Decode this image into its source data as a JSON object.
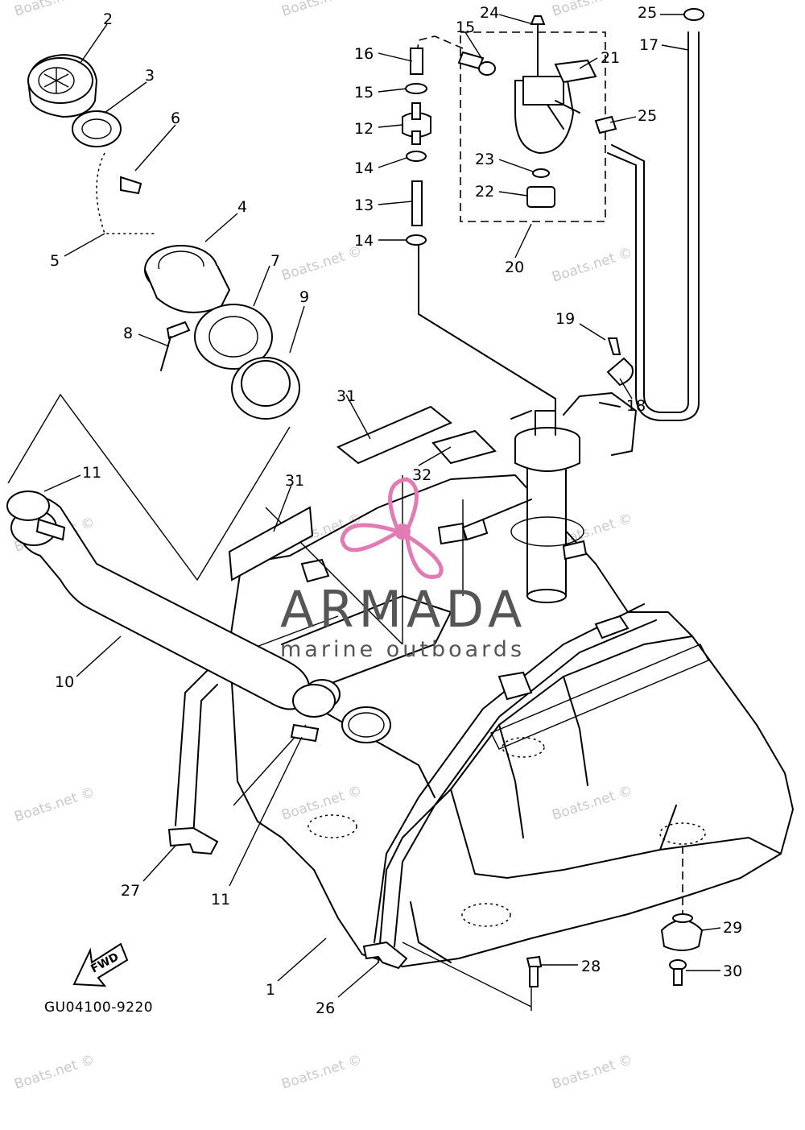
{
  "diagram": {
    "part_labels": [
      "1",
      "2",
      "3",
      "4",
      "5",
      "6",
      "7",
      "8",
      "9",
      "10",
      "11",
      "11",
      "12",
      "13",
      "14",
      "14",
      "15",
      "15",
      "16",
      "17",
      "18",
      "19",
      "20",
      "21",
      "22",
      "23",
      "24",
      "25",
      "25",
      "26",
      "27",
      "28",
      "29",
      "30",
      "31",
      "31",
      "32"
    ],
    "drawing_code": "GU04100-9220",
    "fwd_arrow_text": "FWD"
  },
  "watermark": {
    "text": "Boats.net ©",
    "brand_name": "ARMADA",
    "brand_tagline": "marine outboards",
    "brand_color": "#e27bb4"
  }
}
